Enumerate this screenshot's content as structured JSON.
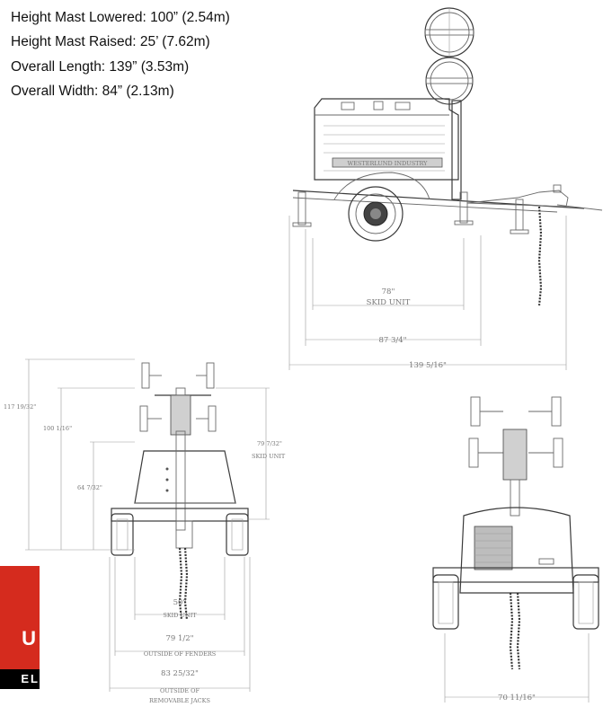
{
  "specs": [
    {
      "label": "Height Mast Lowered:  100” (2.54m)"
    },
    {
      "label": "Height Mast Raised: 25’ (7.62m)"
    },
    {
      "label": "Overall Length: 139” (3.53m)"
    },
    {
      "label": "Overall Width: 84” (2.13m)"
    }
  ],
  "side_view": {
    "plate_text": "WESTERLUND INDUSTRY",
    "dims": {
      "skid_value": "78\"",
      "skid_label": "SKID UNIT",
      "len1_value": "87 3/4\"",
      "len2_value": "139 5/16\""
    }
  },
  "front_view": {
    "dims": {
      "h1": "117 19/32\"",
      "h2": "100 1/16\"",
      "h3": "64 7/32\"",
      "h4": "79 7/32\"",
      "h4_label": "SKID UNIT",
      "w1_value": "50\"",
      "w1_label": "SKID UNIT",
      "w2_value": "79 1/2\"",
      "w2_label": "OUTSIDE OF FENDERS",
      "w3_value": "83 25/32\"",
      "w3_label1": "OUTSIDE OF",
      "w3_label2": "REMOVABLE JACKS"
    }
  },
  "rear_view": {
    "dims": {
      "w_value": "70 11/16\""
    }
  },
  "brand": {
    "letter": "U",
    "bottom_text": "EL"
  },
  "colors": {
    "brand_red": "#d52b1e",
    "brand_black": "#000000"
  }
}
